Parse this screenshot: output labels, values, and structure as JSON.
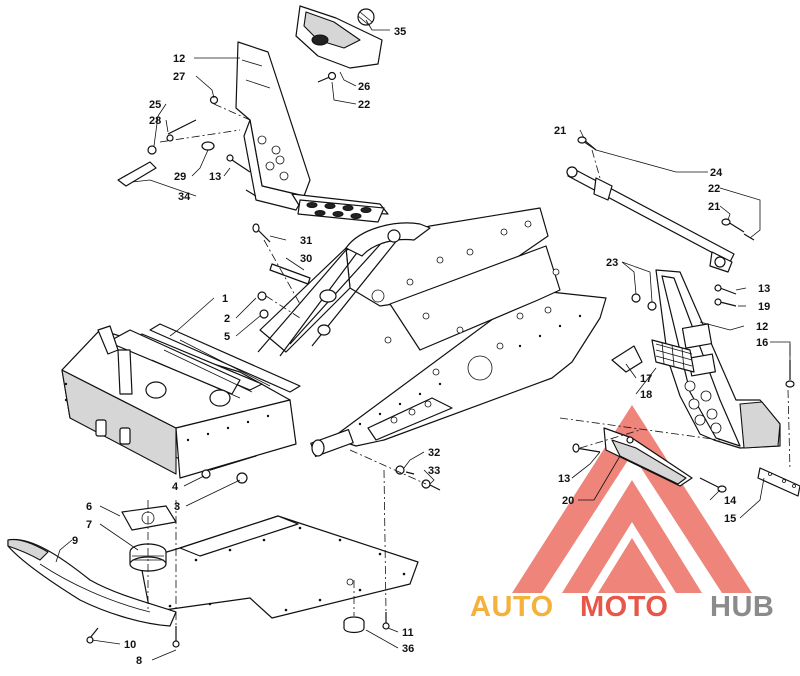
{
  "diagram": {
    "callouts": [
      {
        "id": "c35",
        "label": "35"
      },
      {
        "id": "c12a",
        "label": "12"
      },
      {
        "id": "c27",
        "label": "27"
      },
      {
        "id": "c26",
        "label": "26"
      },
      {
        "id": "c22a",
        "label": "22"
      },
      {
        "id": "c25",
        "label": "25"
      },
      {
        "id": "c28",
        "label": "28"
      },
      {
        "id": "c29",
        "label": "29"
      },
      {
        "id": "c13a",
        "label": "13"
      },
      {
        "id": "c34",
        "label": "34"
      },
      {
        "id": "c21a",
        "label": "21"
      },
      {
        "id": "c24",
        "label": "24"
      },
      {
        "id": "c22b",
        "label": "22"
      },
      {
        "id": "c21b",
        "label": "21"
      },
      {
        "id": "c31",
        "label": "31"
      },
      {
        "id": "c30",
        "label": "30"
      },
      {
        "id": "c23",
        "label": "23"
      },
      {
        "id": "c13b",
        "label": "13"
      },
      {
        "id": "c19",
        "label": "19"
      },
      {
        "id": "c12b",
        "label": "12"
      },
      {
        "id": "c16",
        "label": "16"
      },
      {
        "id": "c1",
        "label": "1"
      },
      {
        "id": "c2",
        "label": "2"
      },
      {
        "id": "c5",
        "label": "5"
      },
      {
        "id": "c17",
        "label": "17"
      },
      {
        "id": "c18",
        "label": "18"
      },
      {
        "id": "c32",
        "label": "32"
      },
      {
        "id": "c33",
        "label": "33"
      },
      {
        "id": "c4",
        "label": "4"
      },
      {
        "id": "c3",
        "label": "3"
      },
      {
        "id": "c13c",
        "label": "13"
      },
      {
        "id": "c20",
        "label": "20"
      },
      {
        "id": "c14",
        "label": "14"
      },
      {
        "id": "c15",
        "label": "15"
      },
      {
        "id": "c6",
        "label": "6"
      },
      {
        "id": "c7",
        "label": "7"
      },
      {
        "id": "c9",
        "label": "9"
      },
      {
        "id": "c10",
        "label": "10"
      },
      {
        "id": "c8",
        "label": "8"
      },
      {
        "id": "c11",
        "label": "11"
      },
      {
        "id": "c36",
        "label": "36"
      }
    ]
  },
  "watermark": {
    "parts": [
      "AUTO",
      "MOTO",
      "HUB"
    ],
    "colors": {
      "auto": "#f4b23a",
      "moto": "#e8564a",
      "hub": "#8b8b8b",
      "triangle": "#ec6f63"
    }
  }
}
